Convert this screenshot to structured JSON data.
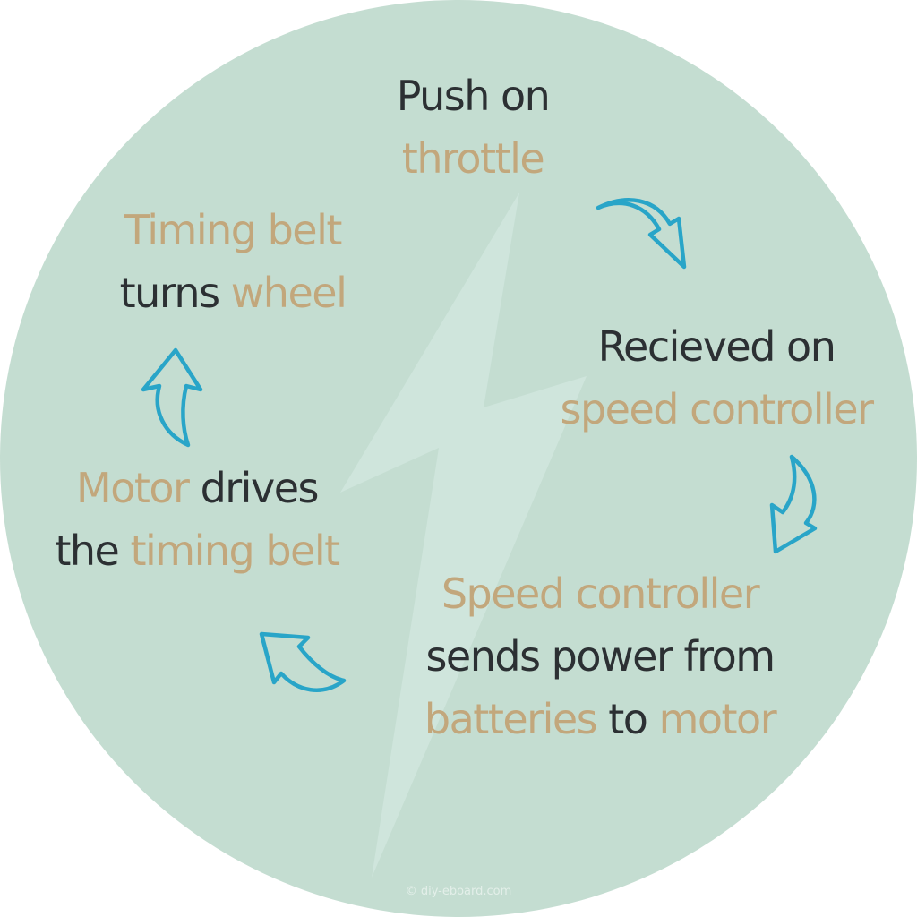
{
  "colors": {
    "circle_fill": "#c4ddd1",
    "bolt_fill": "#cfe5dc",
    "dark_text": "#2c3033",
    "accent_text": "#c2a77c",
    "arrow_stroke": "#29a5c8",
    "copyright_text": "#e3efe9"
  },
  "steps": [
    {
      "lines": [
        [
          {
            "text": "Push on",
            "tone": "dark"
          }
        ],
        [
          {
            "text": "throttle",
            "tone": "tan"
          }
        ]
      ]
    },
    {
      "lines": [
        [
          {
            "text": "Recieved on",
            "tone": "dark"
          }
        ],
        [
          {
            "text": "speed controller",
            "tone": "tan"
          }
        ]
      ]
    },
    {
      "lines": [
        [
          {
            "text": "Speed controller",
            "tone": "tan"
          }
        ],
        [
          {
            "text": "sends power from",
            "tone": "dark"
          }
        ],
        [
          {
            "text": "batteries",
            "tone": "tan"
          },
          {
            "text": " to ",
            "tone": "dark"
          },
          {
            "text": "motor",
            "tone": "tan"
          }
        ]
      ]
    },
    {
      "lines": [
        [
          {
            "text": "Motor",
            "tone": "tan"
          },
          {
            "text": " drives",
            "tone": "dark"
          }
        ],
        [
          {
            "text": "the ",
            "tone": "dark"
          },
          {
            "text": "timing belt",
            "tone": "tan"
          }
        ]
      ]
    },
    {
      "lines": [
        [
          {
            "text": "Timing belt",
            "tone": "tan"
          }
        ],
        [
          {
            "text": "turns ",
            "tone": "dark"
          },
          {
            "text": "wheel",
            "tone": "tan"
          }
        ]
      ]
    }
  ],
  "arrows": [
    {
      "icon": "curved-arrow-down-right-icon"
    },
    {
      "icon": "curved-arrow-down-left-icon"
    },
    {
      "icon": "curved-arrow-up-left-icon"
    },
    {
      "icon": "curved-arrow-up-icon"
    }
  ],
  "watermark": {
    "icon": "lightning-bolt-icon",
    "copyright": "© diy-eboard.com"
  }
}
